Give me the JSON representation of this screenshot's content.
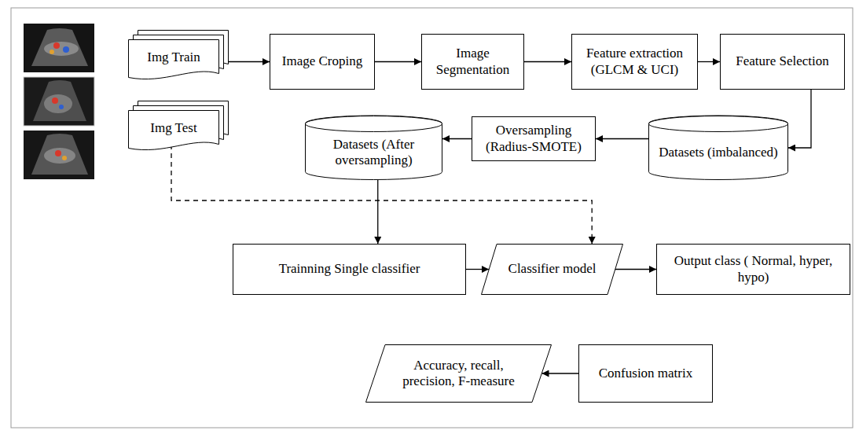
{
  "diagram": {
    "nodes": [
      {
        "text": [
          "Img Train"
        ]
      },
      {
        "text": [
          "Image Croping"
        ]
      },
      {
        "text": [
          "Image Segmentation"
        ]
      },
      {
        "text": [
          "Feature extraction (GLCM & UCI)"
        ]
      },
      {
        "text": [
          "Feature Selection"
        ]
      },
      {
        "text": [
          "Img Test"
        ]
      },
      {
        "text": [
          "Datasets (After oversampling)"
        ]
      },
      {
        "text": [
          "Oversampling (Radius-SMOTE)"
        ]
      },
      {
        "text": [
          "Datasets (imbalanced)"
        ]
      },
      {
        "text": [
          "Trainning Single classifier"
        ]
      },
      {
        "text": [
          "Classifier model"
        ]
      },
      {
        "text": [
          "Output class ( Normal, hyper, hypo)"
        ]
      },
      {
        "text": [
          "Accuracy, recall, precision, F-measure"
        ]
      },
      {
        "text": [
          "Confusion matrix"
        ]
      }
    ],
    "edges": [
      {
        "from": 0,
        "to": 1,
        "arrow": "to"
      },
      {
        "from": 1,
        "to": 2,
        "arrow": "to"
      },
      {
        "from": 2,
        "to": 3,
        "arrow": "to"
      },
      {
        "from": 3,
        "to": 4,
        "arrow": "to"
      },
      {
        "from": 4,
        "to": 8,
        "arrow": "to"
      },
      {
        "from": 8,
        "to": 7,
        "arrow": "to"
      },
      {
        "from": 7,
        "to": 6,
        "arrow": "to"
      },
      {
        "from": 6,
        "to": 9,
        "arrow": "to"
      },
      {
        "from": 5,
        "to": 10,
        "arrow": "to"
      },
      {
        "from": 9,
        "to": 10,
        "arrow": "to"
      },
      {
        "from": 10,
        "to": 11,
        "arrow": "to"
      },
      {
        "from": 13,
        "to": 12,
        "arrow": "to"
      }
    ]
  }
}
